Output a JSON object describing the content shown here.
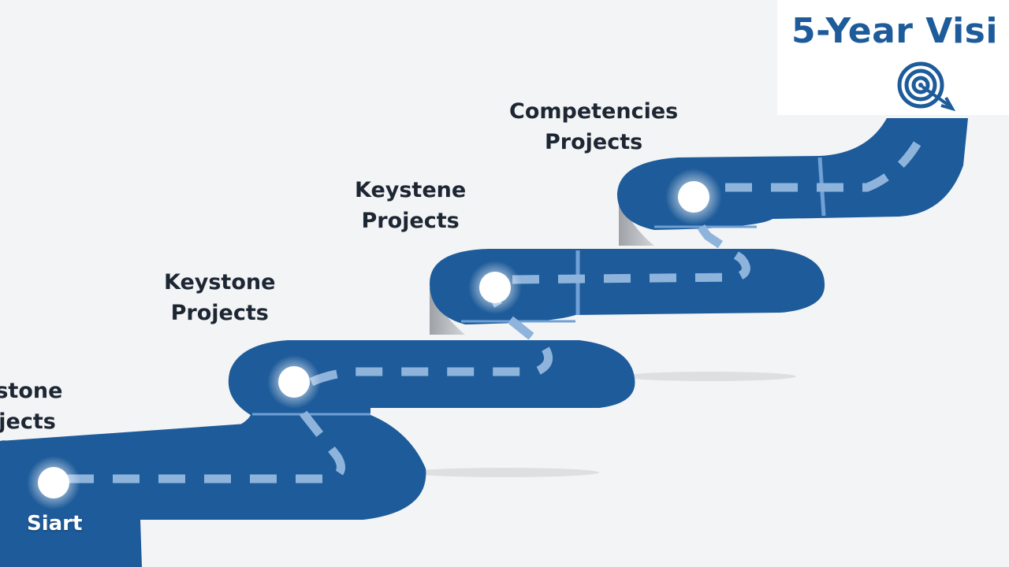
{
  "milestones": [
    {
      "line1": "Keystone",
      "line2": "Projects"
    },
    {
      "line1": "Keystone",
      "line2": "Projects"
    },
    {
      "line1": "Keystene",
      "line2": "Projects"
    },
    {
      "line1": "Competencies",
      "line2": "Projects"
    }
  ],
  "start": {
    "label": "Siart"
  },
  "goal": {
    "title": "5-Year Visi",
    "icon": "target-icon"
  },
  "colors": {
    "road": "#1d5b9a",
    "road_dark": "#154a82",
    "dash": "#8fb4dc",
    "riser": "#b9bcc0",
    "background": "#f3f4f5",
    "text": "#1d2633"
  }
}
